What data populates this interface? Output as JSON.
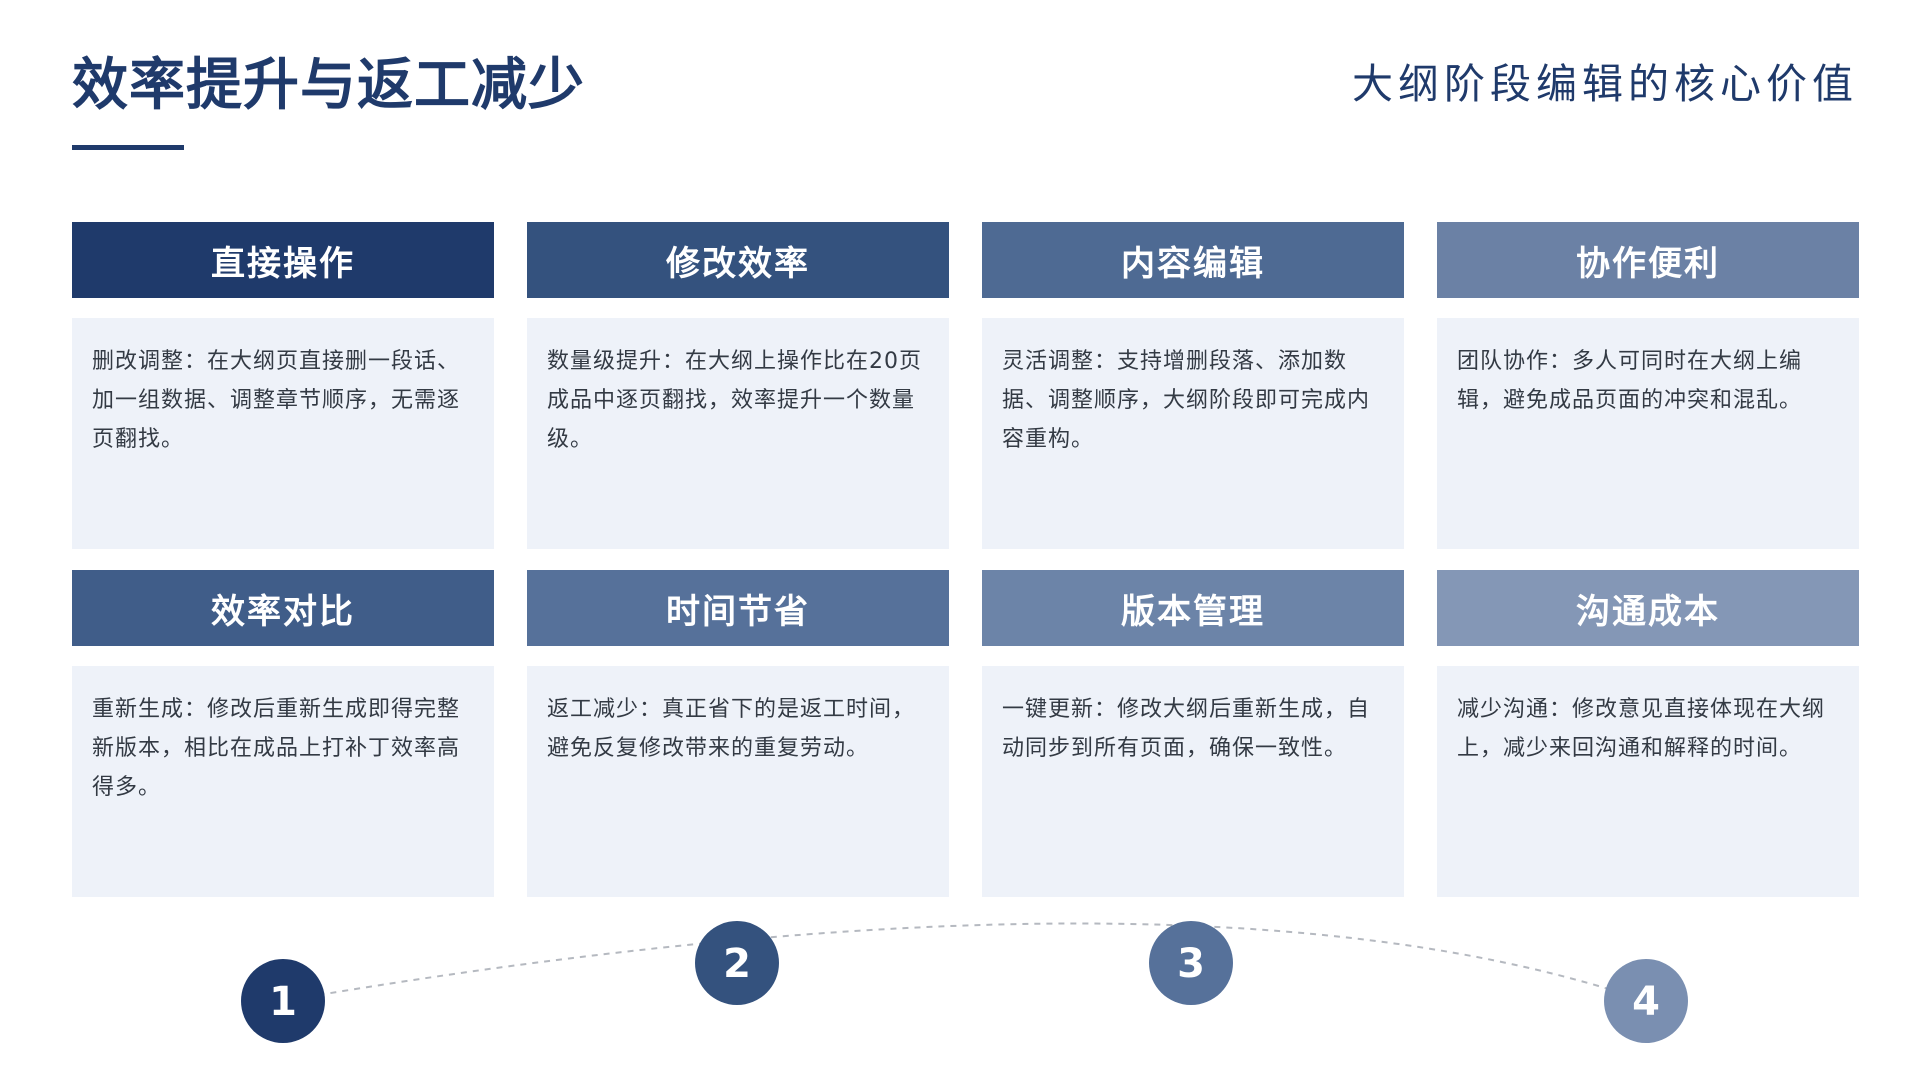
{
  "header": {
    "title": "效率提升与返工减少",
    "subtitle": "大纲阶段编辑的核心价值"
  },
  "cards": [
    {
      "title": "直接操作",
      "body": "删改调整：在大纲页直接删一段话、加一组数据、调整章节顺序，无需逐页翻找。",
      "header_color": "#1f3a6b"
    },
    {
      "title": "修改效率",
      "body": "数量级提升：在大纲上操作比在20页成品中逐页翻找，效率提升一个数量级。",
      "header_color": "#34527e"
    },
    {
      "title": "内容编辑",
      "body": "灵活调整：支持增删段落、添加数据、调整顺序，大纲阶段即可完成内容重构。",
      "header_color": "#4e6a93"
    },
    {
      "title": "协作便利",
      "body": "团队协作：多人可同时在大纲上编辑，避免成品页面的冲突和混乱。",
      "header_color": "#6b81a5"
    },
    {
      "title": "效率对比",
      "body": "重新生成：修改后重新生成即得完整新版本，相比在成品上打补丁效率高得多。",
      "header_color": "#405d89"
    },
    {
      "title": "时间节省",
      "body": "返工减少：真正省下的是返工时间，避免反复修改带来的重复劳动。",
      "header_color": "#56719a"
    },
    {
      "title": "版本管理",
      "body": "一键更新：修改大纲后重新生成，自动同步到所有页面，确保一致性。",
      "header_color": "#6c84a8"
    },
    {
      "title": "沟通成本",
      "body": "减少沟通：修改意见直接体现在大纲上，减少来回沟通和解释的时间。",
      "header_color": "#8497b6"
    }
  ],
  "timeline": {
    "nodes": [
      {
        "label": "1",
        "color": "#1f3a6b"
      },
      {
        "label": "2",
        "color": "#34527e"
      },
      {
        "label": "3",
        "color": "#56719a"
      },
      {
        "label": "4",
        "color": "#7a8fb1"
      }
    ],
    "line_color": "#b5b9c0"
  }
}
